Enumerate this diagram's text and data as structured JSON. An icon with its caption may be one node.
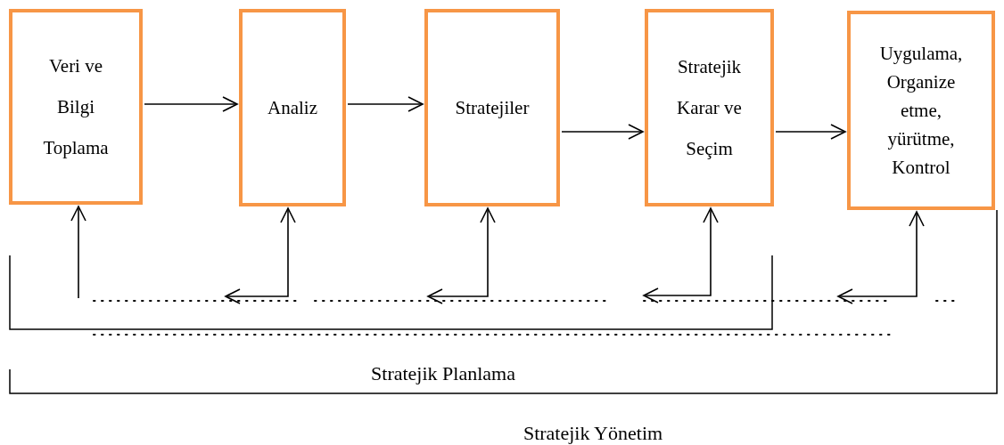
{
  "diagram": {
    "nodes": [
      {
        "text": [
          "Veri ve Bilgi Toplama"
        ]
      },
      {
        "text": [
          "Analiz"
        ]
      },
      {
        "text": [
          "Stratejiler"
        ]
      },
      {
        "text": [
          "Stratejik Karar ve Seçim"
        ]
      },
      {
        "text": [
          "Uygulama, Organize etme, yürütme, Kontrol"
        ]
      }
    ],
    "edges": [
      {
        "from": 0,
        "to": 1,
        "arrow": "to"
      },
      {
        "from": 1,
        "to": 2,
        "arrow": "to"
      },
      {
        "from": 2,
        "to": 3,
        "arrow": "to"
      },
      {
        "from": 3,
        "to": 4,
        "arrow": "to"
      },
      {
        "from": null,
        "to": 0,
        "arrow": "to"
      },
      {
        "from": null,
        "to": 1,
        "arrow": "both"
      },
      {
        "from": null,
        "to": 2,
        "arrow": "both"
      },
      {
        "from": null,
        "to": 3,
        "arrow": "both"
      },
      {
        "from": null,
        "to": 4,
        "arrow": "both"
      }
    ],
    "labels": [
      "Stratejik Planlama",
      "Stratejik Yönetim"
    ]
  }
}
